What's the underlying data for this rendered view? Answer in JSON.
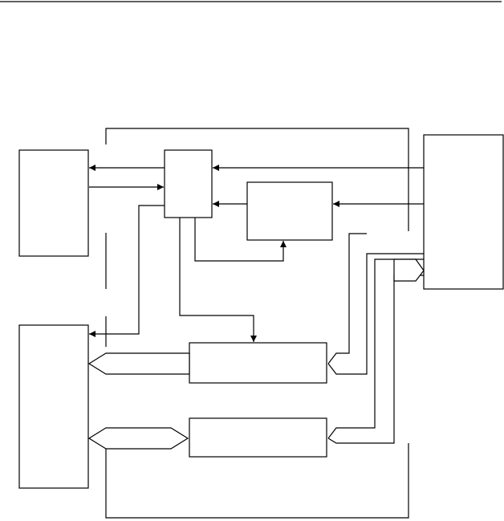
{
  "diagram": {
    "type": "block-diagram",
    "label_text": [],
    "colors": {
      "stroke": "#000000",
      "background": "#ffffff"
    },
    "blocks": [
      {
        "id": "left-upper-block"
      },
      {
        "id": "left-lower-block"
      },
      {
        "id": "center-small-block"
      },
      {
        "id": "center-middle-block"
      },
      {
        "id": "right-block"
      },
      {
        "id": "lower-upper-block"
      },
      {
        "id": "lower-bottom-block"
      }
    ]
  }
}
